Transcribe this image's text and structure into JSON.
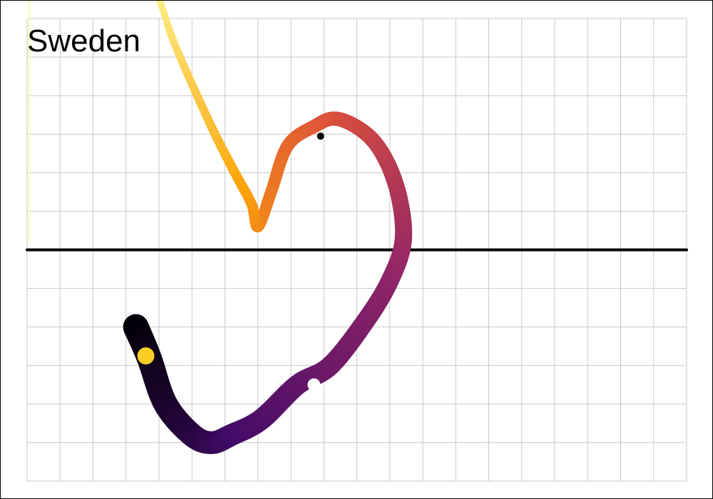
{
  "chart_data": {
    "type": "line",
    "title": "Sweden",
    "xlabel": "",
    "ylabel": "",
    "grid": true,
    "ylim": [
      -6,
      6
    ],
    "xlim": [
      0,
      20
    ],
    "zero_line": true,
    "series": [
      {
        "style": "variable-width trail",
        "colormap": [
          "#000004",
          "#420a68",
          "#932667",
          "#dd513a",
          "#fca50a",
          "#fcffa4"
        ],
        "points": [
          {
            "x": 3.3,
            "y": -2.0
          },
          {
            "x": 3.7,
            "y": -2.8
          },
          {
            "x": 4.2,
            "y": -4.0
          },
          {
            "x": 5.0,
            "y": -4.8
          },
          {
            "x": 5.6,
            "y": -5.0
          },
          {
            "x": 6.2,
            "y": -4.8
          },
          {
            "x": 7.1,
            "y": -4.4
          },
          {
            "x": 8.2,
            "y": -3.5
          },
          {
            "x": 9.2,
            "y": -3.0
          },
          {
            "x": 10.3,
            "y": -1.8
          },
          {
            "x": 11.0,
            "y": -0.8
          },
          {
            "x": 11.4,
            "y": 0.2
          },
          {
            "x": 11.3,
            "y": 1.3
          },
          {
            "x": 10.9,
            "y": 2.3
          },
          {
            "x": 10.3,
            "y": 3.0
          },
          {
            "x": 9.4,
            "y": 3.4
          },
          {
            "x": 8.7,
            "y": 3.2
          },
          {
            "x": 7.9,
            "y": 2.7
          },
          {
            "x": 7.4,
            "y": 1.5
          },
          {
            "x": 7.0,
            "y": 0.6
          },
          {
            "x": 6.8,
            "y": 1.2
          },
          {
            "x": 6.3,
            "y": 2.0
          },
          {
            "x": 5.7,
            "y": 3.0
          },
          {
            "x": 5.0,
            "y": 4.3
          },
          {
            "x": 4.4,
            "y": 5.5
          },
          {
            "x": 4.0,
            "y": 6.5
          },
          {
            "x": 3.6,
            "y": 7.0
          }
        ]
      }
    ],
    "markers": [
      {
        "x": 3.6,
        "y": -2.75,
        "color": "#fcce25"
      },
      {
        "x": 8.7,
        "y": -3.5,
        "color": "#ffffff"
      },
      {
        "x": 8.9,
        "y": 2.95,
        "color": "#000000"
      }
    ],
    "edge_line": {
      "x": 0.05,
      "y_from": 0.2,
      "y_to": 7.0,
      "color": "#fcffa4"
    }
  }
}
